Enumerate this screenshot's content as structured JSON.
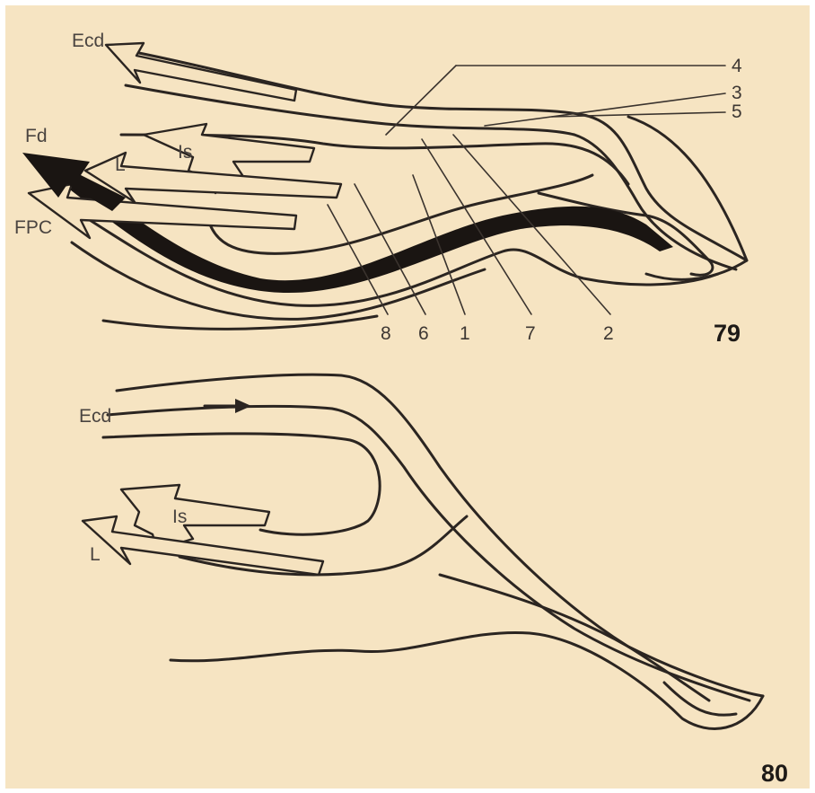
{
  "figure_top": {
    "number": "79",
    "muscle_labels": {
      "ecd": "Ecd",
      "fd": "Fd",
      "l": "L",
      "is": "Is",
      "fpc": "FPC"
    },
    "callouts": {
      "c1": "1",
      "c2": "2",
      "c3": "3",
      "c4": "4",
      "c5": "5",
      "c6": "6",
      "c7": "7",
      "c8": "8"
    }
  },
  "figure_bottom": {
    "number": "80",
    "muscle_labels": {
      "ecd": "Ecd",
      "is": "Is",
      "l": "L"
    }
  },
  "colors": {
    "paper": "#f6e4c2",
    "ink": "#2b2521",
    "arrow_fill": "#f5e2bf",
    "tendon_dark": "#1a1512"
  }
}
